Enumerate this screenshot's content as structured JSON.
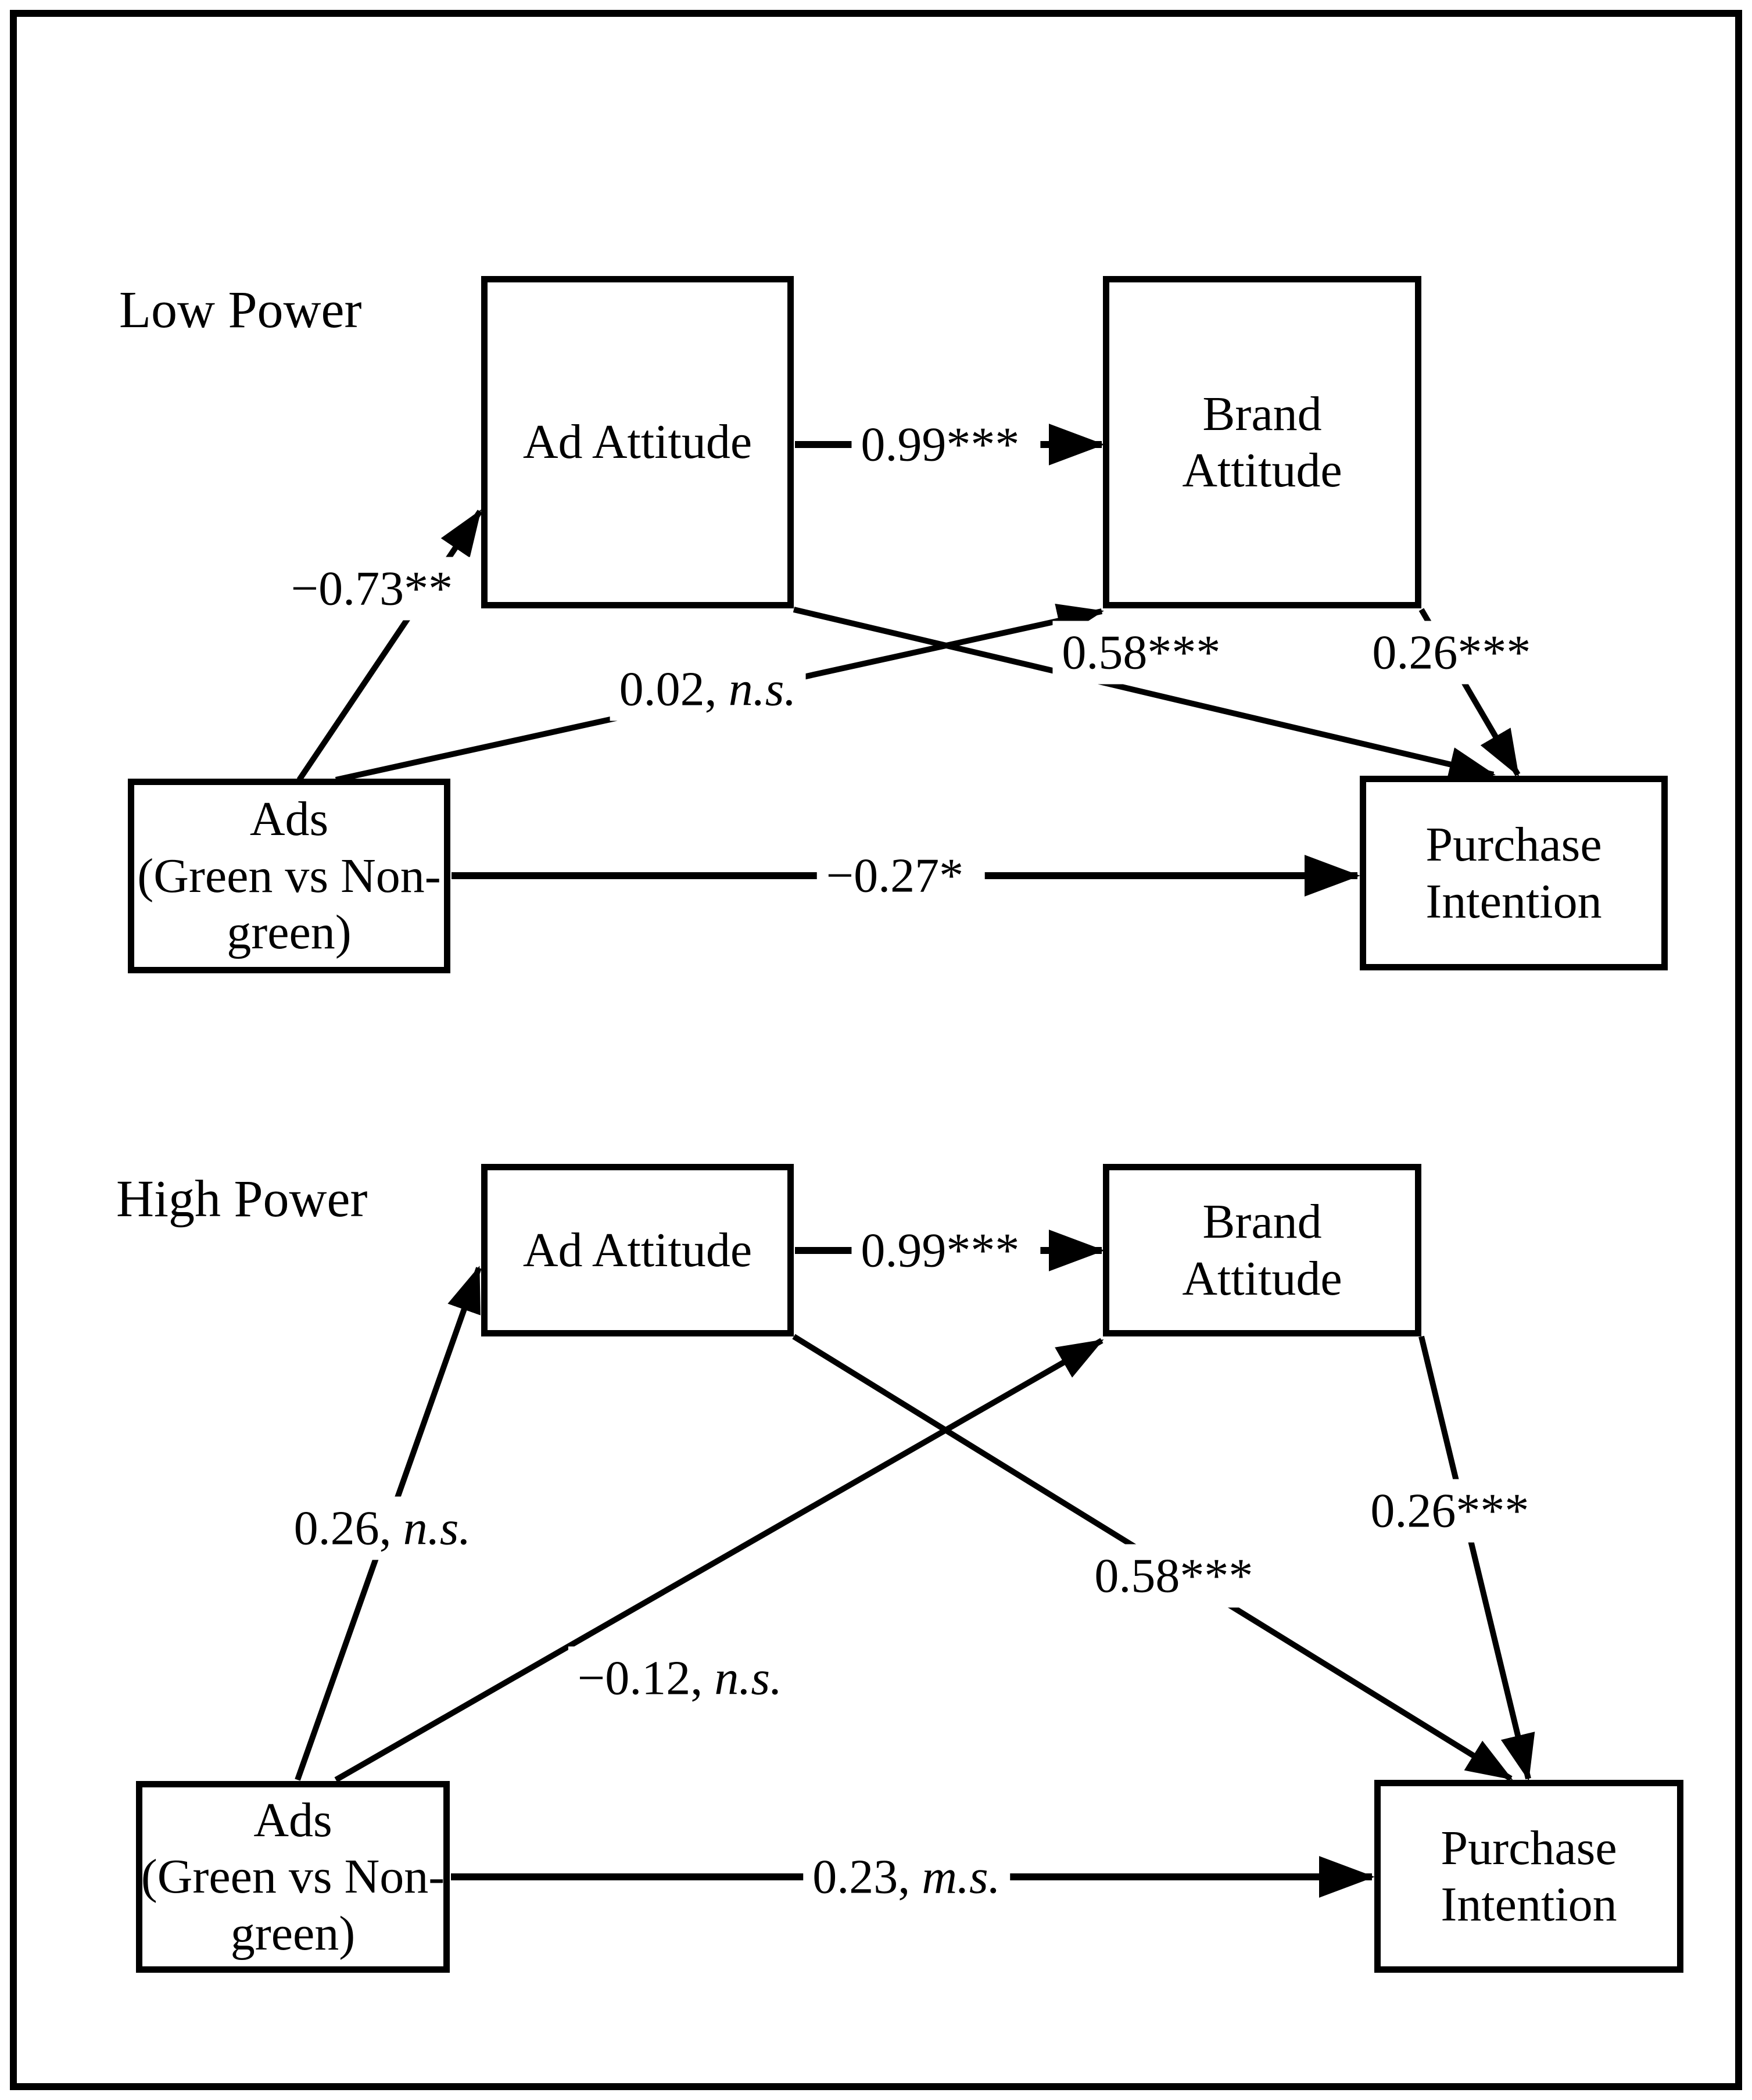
{
  "colors": {
    "ink": "#000000",
    "paper": "#ffffff"
  },
  "panels": [
    {
      "title": "Low Power",
      "nodes": {
        "ad_attitude": "Ad Attitude",
        "brand_attitude": [
          "Brand",
          "Attitude"
        ],
        "ads": [
          "Ads",
          "(Green vs Non-",
          "green)"
        ],
        "purchase_intention": [
          "Purchase",
          "Intention"
        ]
      },
      "paths": {
        "ads_to_ad": {
          "coef": "−0.73**",
          "sig": ""
        },
        "ads_to_brand": {
          "coef": "0.02,",
          "sig": "n.s."
        },
        "ad_to_brand": {
          "coef": "0.99***",
          "sig": ""
        },
        "ad_to_pi": {
          "coef": "0.58***",
          "sig": ""
        },
        "brand_to_pi": {
          "coef": "0.26***",
          "sig": ""
        },
        "ads_to_pi": {
          "coef": "−0.27*",
          "sig": ""
        }
      }
    },
    {
      "title": "High Power",
      "nodes": {
        "ad_attitude": "Ad Attitude",
        "brand_attitude": [
          "Brand",
          "Attitude"
        ],
        "ads": [
          "Ads",
          "(Green vs Non-",
          "green)"
        ],
        "purchase_intention": [
          "Purchase",
          "Intention"
        ]
      },
      "paths": {
        "ads_to_ad": {
          "coef": "0.26,",
          "sig": "n.s."
        },
        "ads_to_brand": {
          "coef": "−0.12,",
          "sig": "n.s."
        },
        "ad_to_brand": {
          "coef": "0.99***",
          "sig": ""
        },
        "ad_to_pi": {
          "coef": "0.58***",
          "sig": ""
        },
        "brand_to_pi": {
          "coef": "0.26***",
          "sig": ""
        },
        "ads_to_pi": {
          "coef": "0.23,",
          "sig": "m.s."
        }
      }
    }
  ]
}
